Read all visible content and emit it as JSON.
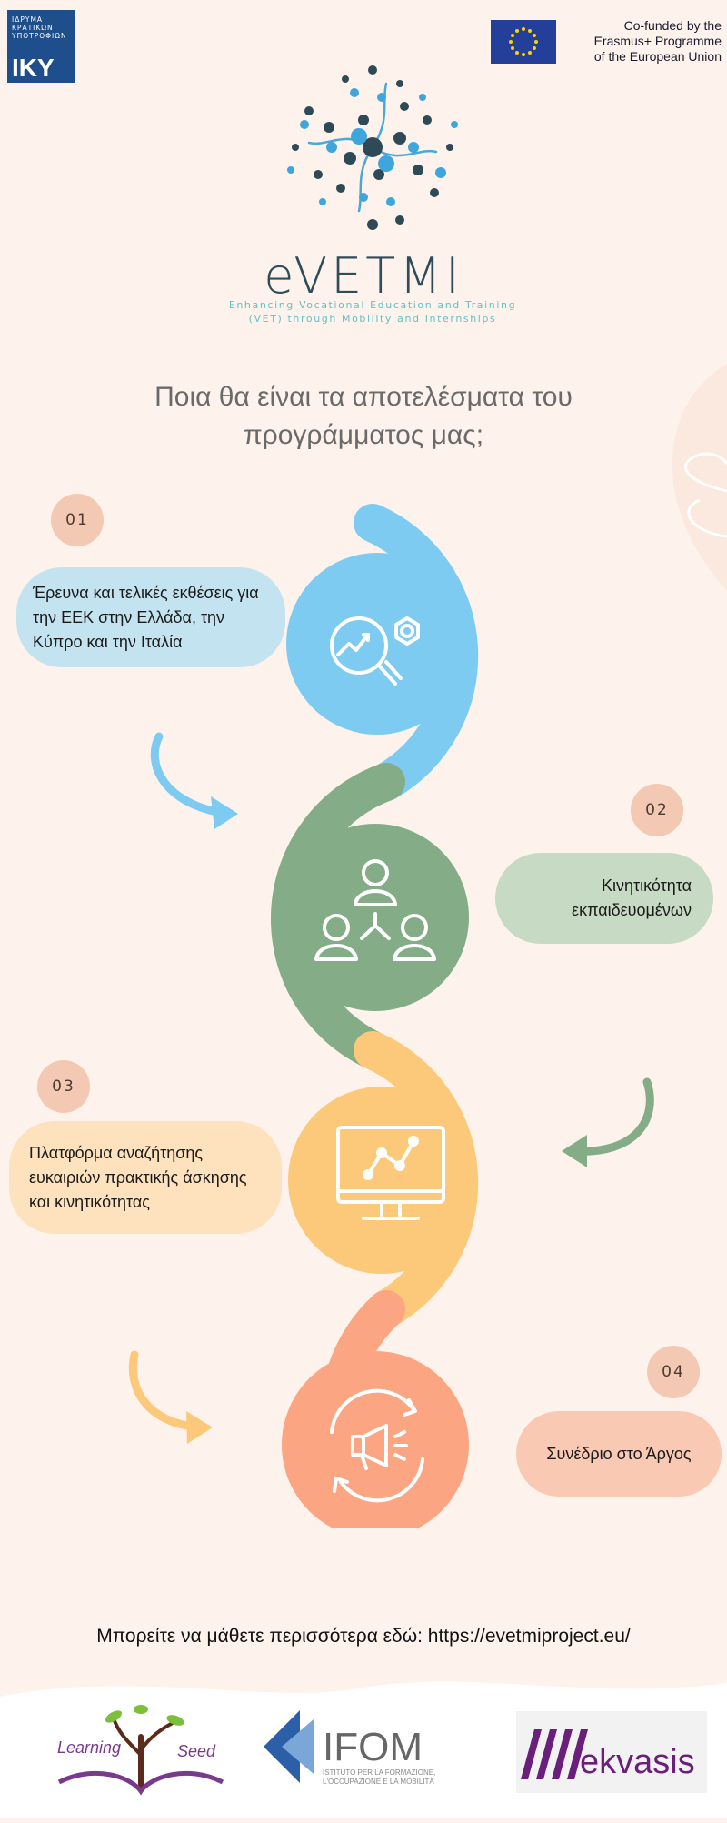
{
  "header": {
    "iky_logo": {
      "small_text": [
        "ΙΔΡΥΜΑ",
        "ΚΡΑΤΙΚΩΝ",
        "ΥΠΟΤΡΟΦΙΩΝ"
      ],
      "big_text": "IKY"
    },
    "eu": {
      "line1": "Co-funded by the",
      "line2": "Erasmus+ Programme",
      "line3": "of the European Union"
    }
  },
  "brand": {
    "name": "eVETMI",
    "tagline": "Enhancing Vocational Education and Training (VET) through Mobility and Internships"
  },
  "title": {
    "line1": "Ποια θα είναι τα αποτελέσματα του",
    "line2": "προγράμματος μας;"
  },
  "steps": [
    {
      "number": "01",
      "text": "Έρευνα και τελικές εκθέσεις για την ΕΕΚ στην Ελλάδα, την Κύπρο και την Ιταλία",
      "icon": "research-search-icon",
      "color": "#7ecbf2"
    },
    {
      "number": "02",
      "text": "Κινητικότητα εκπαιδευομένων",
      "icon": "people-network-icon",
      "color": "#84ad87"
    },
    {
      "number": "03",
      "text": "Πλατφόρμα αναζήτησης ευκαιριών πρακτικής άσκησης και κινητικότητας",
      "icon": "monitor-chart-icon",
      "color": "#fcc97a"
    },
    {
      "number": "04",
      "text": "Συνέδριο στο  Άργος",
      "icon": "megaphone-icon",
      "color": "#fca582"
    }
  ],
  "footer": {
    "link_text": "Μπορείτε να μάθετε περισσότερα εδώ: https://evetmiproject.eu/"
  },
  "partners": {
    "learning_seed": {
      "word1": "Learning",
      "word2": "Seed"
    },
    "ifom": {
      "name": "IFOM",
      "sub1": "ISTITUTO PER LA FORMAZIONE,",
      "sub2": "L'OCCUPAZIONE E LA MOBILITÀ"
    },
    "ekvasis": {
      "name": "ekvasis"
    }
  }
}
